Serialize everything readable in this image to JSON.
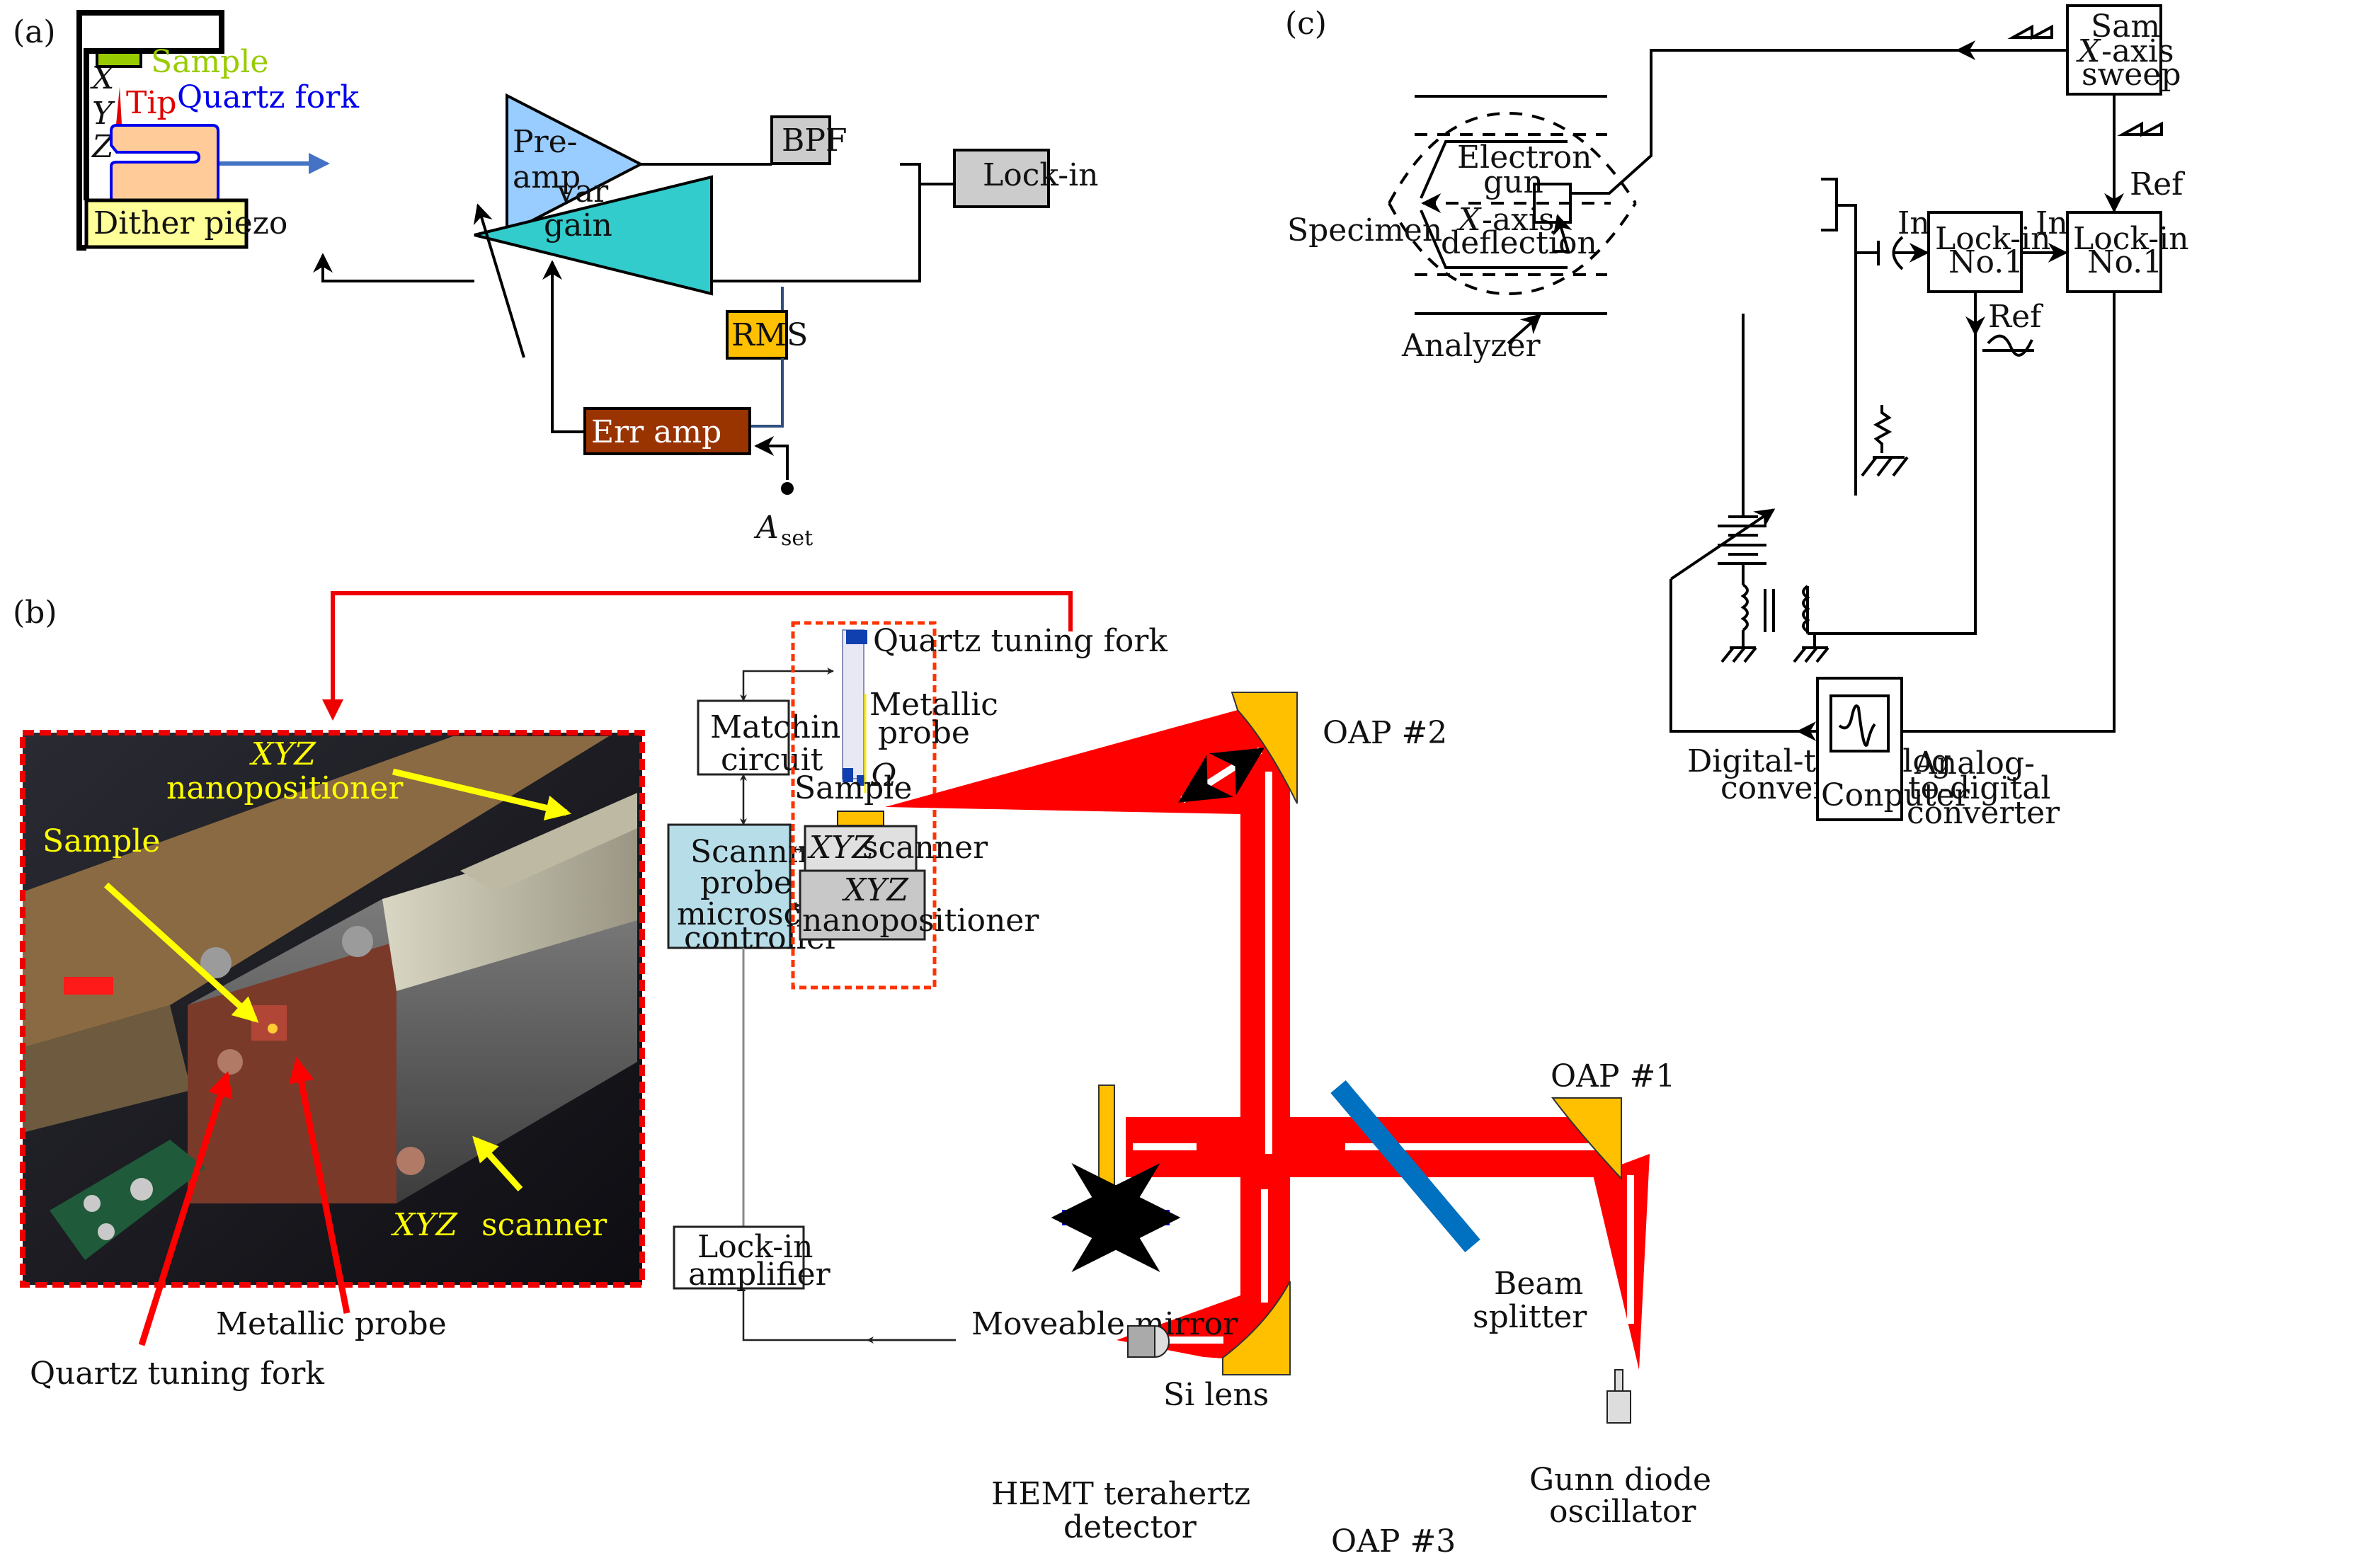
{
  "figure": {
    "panels": {
      "a": {
        "label": "(a)",
        "stage_axes": [
          "X",
          "Y",
          "Z"
        ],
        "sample_label": "Sample",
        "tip_label": "Tip",
        "fork_label": "Quartz fork",
        "dither_label": "Dither piezo",
        "preamp_lines": [
          "Pre-",
          "amp"
        ],
        "bpf_label": "BPF",
        "lockin_label": "Lock-in",
        "vargain_lines": [
          "var",
          "gain"
        ],
        "rms_label": "RMS",
        "erramp_label": "Err amp",
        "aset_main": "A",
        "aset_sub": "set",
        "colors": {
          "sample": "#99cc00",
          "tip": "#e00000",
          "fork_fill": "#ffcc99",
          "fork_stroke": "#0000ee",
          "dither": "#ffff99",
          "preamp": "#99ccff",
          "vargain": "#33cccc",
          "bpf": "#cccccc",
          "lockin": "#cccccc",
          "rms": "#ffc000",
          "erramp": "#993300",
          "signal_arrow": "#4472c4",
          "rms_wire": "#2f4f7f"
        }
      },
      "b": {
        "label": "(b)",
        "photo_labels": {
          "xyz_nano_line1": "XYZ",
          "xyz_nano_line2": "nanopositioner",
          "sample": "Sample",
          "xyz_scanner_it": "XYZ",
          "xyz_scanner_rest": " scanner",
          "metallic_probe": "Metallic probe",
          "quartz_tuning_fork": "Quartz tuning fork"
        },
        "matching_lines": [
          "Matching",
          "circuit"
        ],
        "spm_lines": [
          "Scanning",
          "probe",
          "microscopy",
          "controller"
        ],
        "lockin_amp_lines": [
          "Lock-in",
          "amplifier"
        ],
        "qtf_label": "Quartz tuning fork",
        "metallic_lines": [
          "Metallic",
          "probe"
        ],
        "omega_label": "Ω",
        "sample_label": "Sample",
        "scanner_it": "XYZ",
        "scanner_rest": " scanner",
        "nanopos_it": "XYZ",
        "nanopos_rest": "nanopositioner",
        "oap1": "OAP #1",
        "oap2": "OAP #2",
        "oap3": "OAP #3",
        "beam_splitter_lines": [
          "Beam",
          "splitter"
        ],
        "moveable_mirror": "Moveable mirror",
        "si_lens": "Si lens",
        "hemt_lines": [
          "HEMT terahertz",
          "detector"
        ],
        "gunn_lines": [
          "Gunn diode",
          "oscillator"
        ],
        "colors": {
          "beam": "#ff0000",
          "mirror": "#ffc000",
          "splitter": "#0070c0",
          "moveable_arrow": "#0000ee",
          "spm_box": "#b7dde8",
          "scanner_box": "#e0e0e0",
          "nanopos_box": "#c8c8c8",
          "dashed_frame": "#ff3300",
          "connector": "#ee0000",
          "photo_label": "#ffff00"
        }
      },
      "c": {
        "label": "(c)",
        "specimen": "Specimen",
        "electron_gun_lines": [
          "Electron",
          "gun"
        ],
        "xaxis_it": "X",
        "xaxis_rest": "-axis",
        "deflection": "deflection",
        "analyzer": "Analyzer",
        "sweep_line1": "Sam",
        "sweep_line2_it": "X",
        "sweep_line2_rest": "-axis",
        "sweep_line3": "sweep",
        "lockin1_lines": [
          "Lock-in",
          "No.1"
        ],
        "lockin2_lines": [
          "Lock-in",
          "No.1"
        ],
        "in_label": "In",
        "ref_label": "Ref",
        "computer": "Conputer",
        "dac_lines": [
          "Digital-to-analog",
          "converter"
        ],
        "adc_lines": [
          "Analog-",
          "to-digital",
          "converter"
        ]
      }
    }
  }
}
